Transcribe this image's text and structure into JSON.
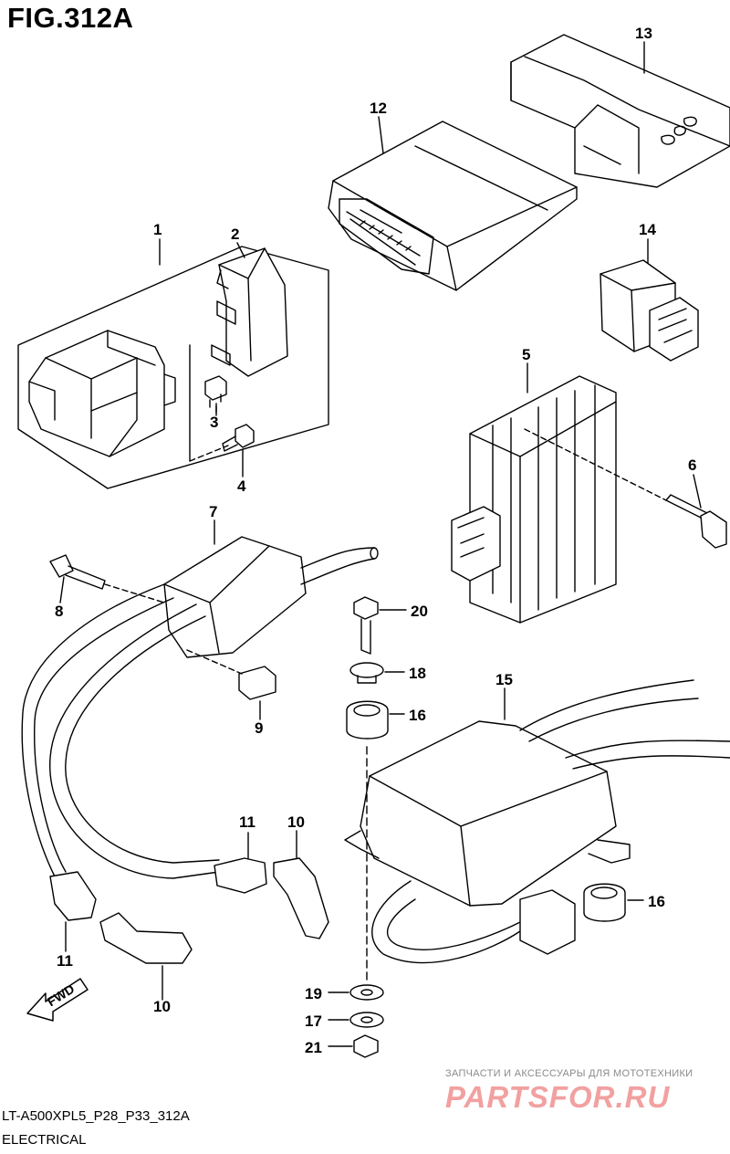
{
  "figure": {
    "title": "FIG.312A"
  },
  "callouts": [
    {
      "id": "c1",
      "label": "1"
    },
    {
      "id": "c2",
      "label": "2"
    },
    {
      "id": "c3",
      "label": "3"
    },
    {
      "id": "c4",
      "label": "4"
    },
    {
      "id": "c5",
      "label": "5"
    },
    {
      "id": "c6",
      "label": "6"
    },
    {
      "id": "c7",
      "label": "7"
    },
    {
      "id": "c8",
      "label": "8"
    },
    {
      "id": "c9",
      "label": "9"
    },
    {
      "id": "c10a",
      "label": "10"
    },
    {
      "id": "c10b",
      "label": "10"
    },
    {
      "id": "c11a",
      "label": "11"
    },
    {
      "id": "c11b",
      "label": "11"
    },
    {
      "id": "c12",
      "label": "12"
    },
    {
      "id": "c13",
      "label": "13"
    },
    {
      "id": "c14",
      "label": "14"
    },
    {
      "id": "c15",
      "label": "15"
    },
    {
      "id": "c16a",
      "label": "16"
    },
    {
      "id": "c16b",
      "label": "16"
    },
    {
      "id": "c17",
      "label": "17"
    },
    {
      "id": "c18",
      "label": "18"
    },
    {
      "id": "c19",
      "label": "19"
    },
    {
      "id": "c20",
      "label": "20"
    },
    {
      "id": "c21",
      "label": "21"
    }
  ],
  "direction_arrow": {
    "label": "FWD"
  },
  "watermark": {
    "tagline": "ЗАПЧАСТИ И АКСЕССУАРЫ ДЛЯ МОТОТЕХНИКИ",
    "brand": "PARTSFOR.RU"
  },
  "footer": {
    "model_code": "LT-A500XPL5_P28_P33_312A",
    "section": "ELECTRICAL"
  }
}
